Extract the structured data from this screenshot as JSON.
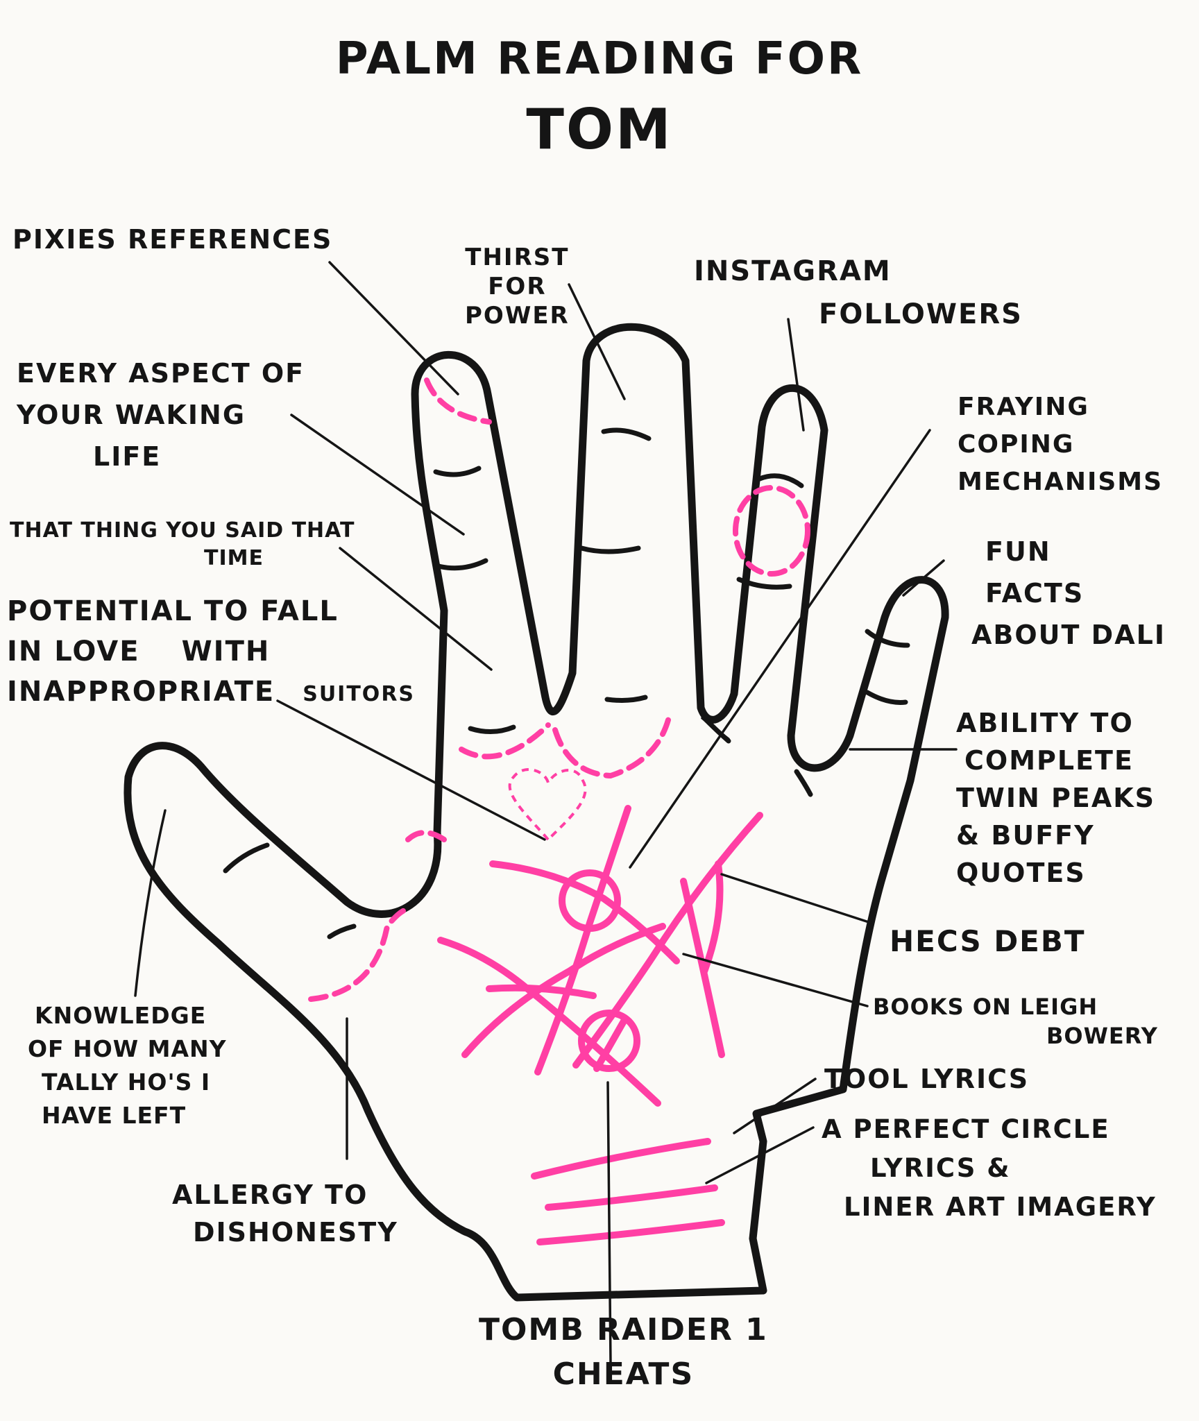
{
  "title": {
    "line1": "PALM READING FOR",
    "line2": "TOM"
  },
  "labels": {
    "pixies": "PIXIES REFERENCES",
    "thirst": [
      "THIRST",
      "FOR",
      "POWER"
    ],
    "instagram": [
      "INSTAGRAM",
      "FOLLOWERS"
    ],
    "every_aspect": [
      "EVERY ASPECT OF",
      "YOUR WAKING",
      "LIFE"
    ],
    "fraying": [
      "FRAYING",
      "COPING",
      "MECHANISMS"
    ],
    "that_thing": [
      "THAT THING YOU SAID THAT",
      "TIME"
    ],
    "fun_facts": [
      "FUN",
      "FACTS",
      "ABOUT DALI"
    ],
    "potential": [
      "POTENTIAL TO FALL",
      "IN LOVE",
      "WITH",
      "INAPPROPRIATE",
      "SUITORS"
    ],
    "ability": [
      "ABILITY TO",
      "COMPLETE",
      "TWIN PEAKS",
      "& BUFFY",
      "QUOTES"
    ],
    "hecs": "HECS DEBT",
    "books": [
      "BOOKS ON LEIGH",
      "BOWERY"
    ],
    "knowledge": [
      "KNOWLEDGE",
      "OF HOW MANY",
      "TALLY HO'S I",
      "HAVE LEFT"
    ],
    "tool": "TOOL LYRICS",
    "perfect_circle": [
      "A PERFECT CIRCLE",
      "LYRICS &",
      "LINER ART IMAGERY"
    ],
    "allergy": [
      "ALLERGY TO",
      "DISHONESTY"
    ],
    "tomb_raider": [
      "TOMB RAIDER 1",
      "CHEATS"
    ]
  },
  "colors": {
    "ink": "#151515",
    "pink": "#ff3fa4",
    "paper": "#fbfaf7"
  }
}
